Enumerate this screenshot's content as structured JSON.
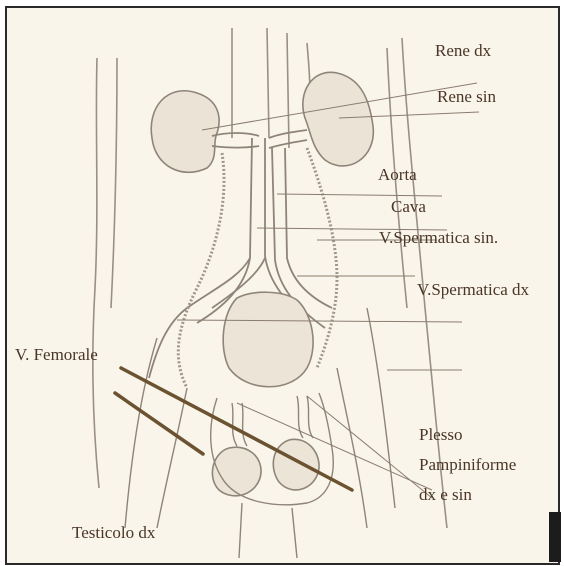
{
  "colors": {
    "background": "#faf5ea",
    "ink": "#4a3526",
    "sketch": "#8f8478",
    "leader": "#6b5230",
    "frame": "#2a2a2a"
  },
  "labels": {
    "rene_dx": "Rene dx",
    "rene_sin": "Rene sin",
    "aorta": "Aorta",
    "cava": "Cava",
    "v_spermatica_sin": "V.Spermatica sin.",
    "v_spermatica_dx": "V.Spermatica dx",
    "v_femorale": "V. Femorale",
    "plesso_line1": "Plesso",
    "plesso_line2": "Pampiniforme",
    "plesso_line3": "dx e sin",
    "testicolo_dx": "Testicolo dx"
  }
}
